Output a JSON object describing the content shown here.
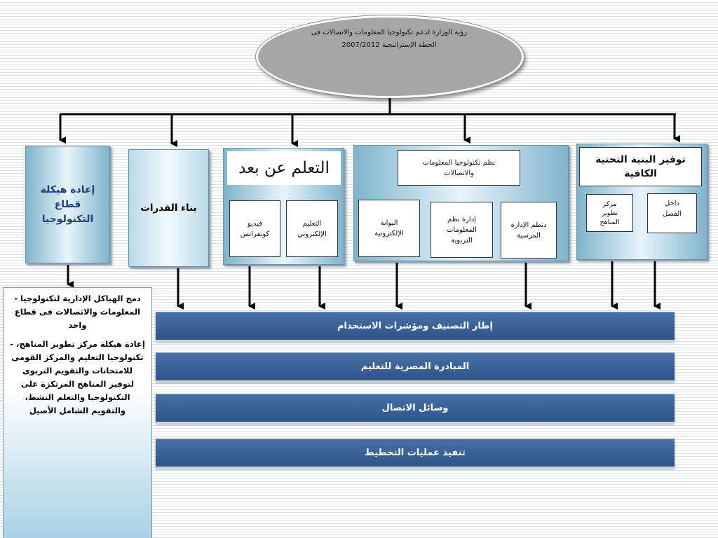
{
  "vision": {
    "line1": "رؤية الوزارة لدعم تكنولوجيا المعلومات والاتصالات فى",
    "line2": "الخطة الإستراتيجية 2007/2012"
  },
  "boxes": {
    "restructure": {
      "line1": "إعادة هيكلة",
      "line2": "قطاع",
      "line3": "التكنولوجيا"
    },
    "capacity": {
      "label": "بناء القدرات"
    },
    "distance_learning": {
      "title": "التعلم عن بعد",
      "video": {
        "line1": "فيديو",
        "line2": "كونفرانس"
      },
      "elearning": {
        "line1": "التعليم",
        "line2": "الإلكتروني"
      }
    },
    "ict_systems": {
      "title_line1": "نظم تكنولوجيا المعلومات",
      "title_line2": "والاتصالات",
      "portal": {
        "line1": "البوابة",
        "line2": "الإلكترونية"
      },
      "edu_mis": {
        "line1": "إدارة نظم",
        "line2": "المعلومات",
        "line3": "التربوية"
      },
      "school_mgmt": {
        "line1": "دنظم الإدارة",
        "line2": "المرسية"
      }
    },
    "infrastructure": {
      "title_line1": "توفير  البنية التحتية",
      "title_line2": "الكافية",
      "curriculum": {
        "line1": "مركز",
        "line2": "تطوير",
        "line3": "المناهج"
      },
      "classroom": {
        "line1": "داخل",
        "line2": "الفصل"
      }
    }
  },
  "bands": {
    "classification": "إطار التصنيف ومؤشرات الاستخدام",
    "initiative": "المبادرة المصرية للتعليم",
    "communication": "وسائل الاتصال",
    "planning": "تنفيذ عمليات التخطيط"
  },
  "description": {
    "para1": "دمج الهياكل الإدارية  لتكنولوجيا - المعلومات والاتصالات فى قطاع واحد",
    "para2": "إعادة هيكلة مركز تطوير المناهج، - تكنولوجيا التعليم والمركز القومى للامتحانات والتقويم التربوى لتوفير المناهج المرتكزة على التكنولوجيا والتعلم النشط، والتقويم الشامل الأصيل"
  },
  "colors": {
    "band": "#2d5389",
    "ellipse": "#a6a6a6",
    "box_gradient_edge": "#7fb4cc",
    "restructure_text": "#1f3f7a"
  }
}
